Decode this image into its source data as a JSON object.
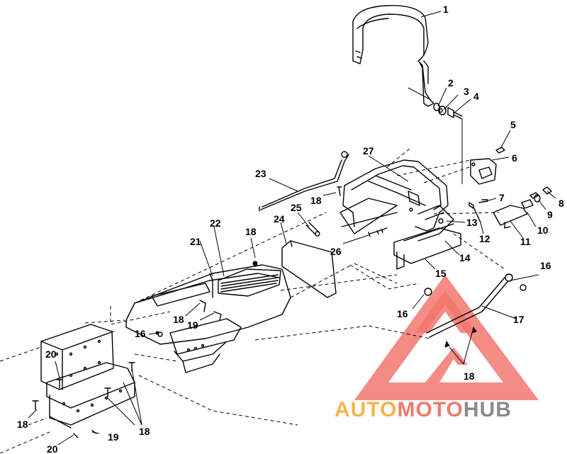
{
  "callouts": [
    {
      "id": "c1",
      "text": "1"
    },
    {
      "id": "c2",
      "text": "2"
    },
    {
      "id": "c3",
      "text": "3"
    },
    {
      "id": "c4",
      "text": "4"
    },
    {
      "id": "c5",
      "text": "5"
    },
    {
      "id": "c6",
      "text": "6"
    },
    {
      "id": "c7",
      "text": "7"
    },
    {
      "id": "c8",
      "text": "8"
    },
    {
      "id": "c9",
      "text": "9"
    },
    {
      "id": "c10",
      "text": "10"
    },
    {
      "id": "c11",
      "text": "11"
    },
    {
      "id": "c12",
      "text": "12"
    },
    {
      "id": "c13",
      "text": "13"
    },
    {
      "id": "c14",
      "text": "14"
    },
    {
      "id": "c15",
      "text": "15"
    },
    {
      "id": "c16a",
      "text": "16"
    },
    {
      "id": "c16b",
      "text": "16"
    },
    {
      "id": "c16c",
      "text": "16"
    },
    {
      "id": "c17",
      "text": "17"
    },
    {
      "id": "c18a",
      "text": "18"
    },
    {
      "id": "c18b",
      "text": "18"
    },
    {
      "id": "c18c",
      "text": "18"
    },
    {
      "id": "c18d",
      "text": "18"
    },
    {
      "id": "c18e",
      "text": "18"
    },
    {
      "id": "c18f",
      "text": "18"
    },
    {
      "id": "c19a",
      "text": "19"
    },
    {
      "id": "c19b",
      "text": "19"
    },
    {
      "id": "c20a",
      "text": "20"
    },
    {
      "id": "c20b",
      "text": "20"
    },
    {
      "id": "c21",
      "text": "21"
    },
    {
      "id": "c22",
      "text": "22"
    },
    {
      "id": "c23",
      "text": "23"
    },
    {
      "id": "c24",
      "text": "24"
    },
    {
      "id": "c25",
      "text": "25"
    },
    {
      "id": "c26",
      "text": "26"
    },
    {
      "id": "c27",
      "text": "27"
    }
  ],
  "watermark": {
    "part1": "AUTO",
    "part2": "MOTO",
    "part3": "HUB",
    "color_part1": "#f5b54a",
    "color_part2": "#f07a6a",
    "color_part3": "#8a8a8a",
    "logo_color": "#ef4a40"
  }
}
